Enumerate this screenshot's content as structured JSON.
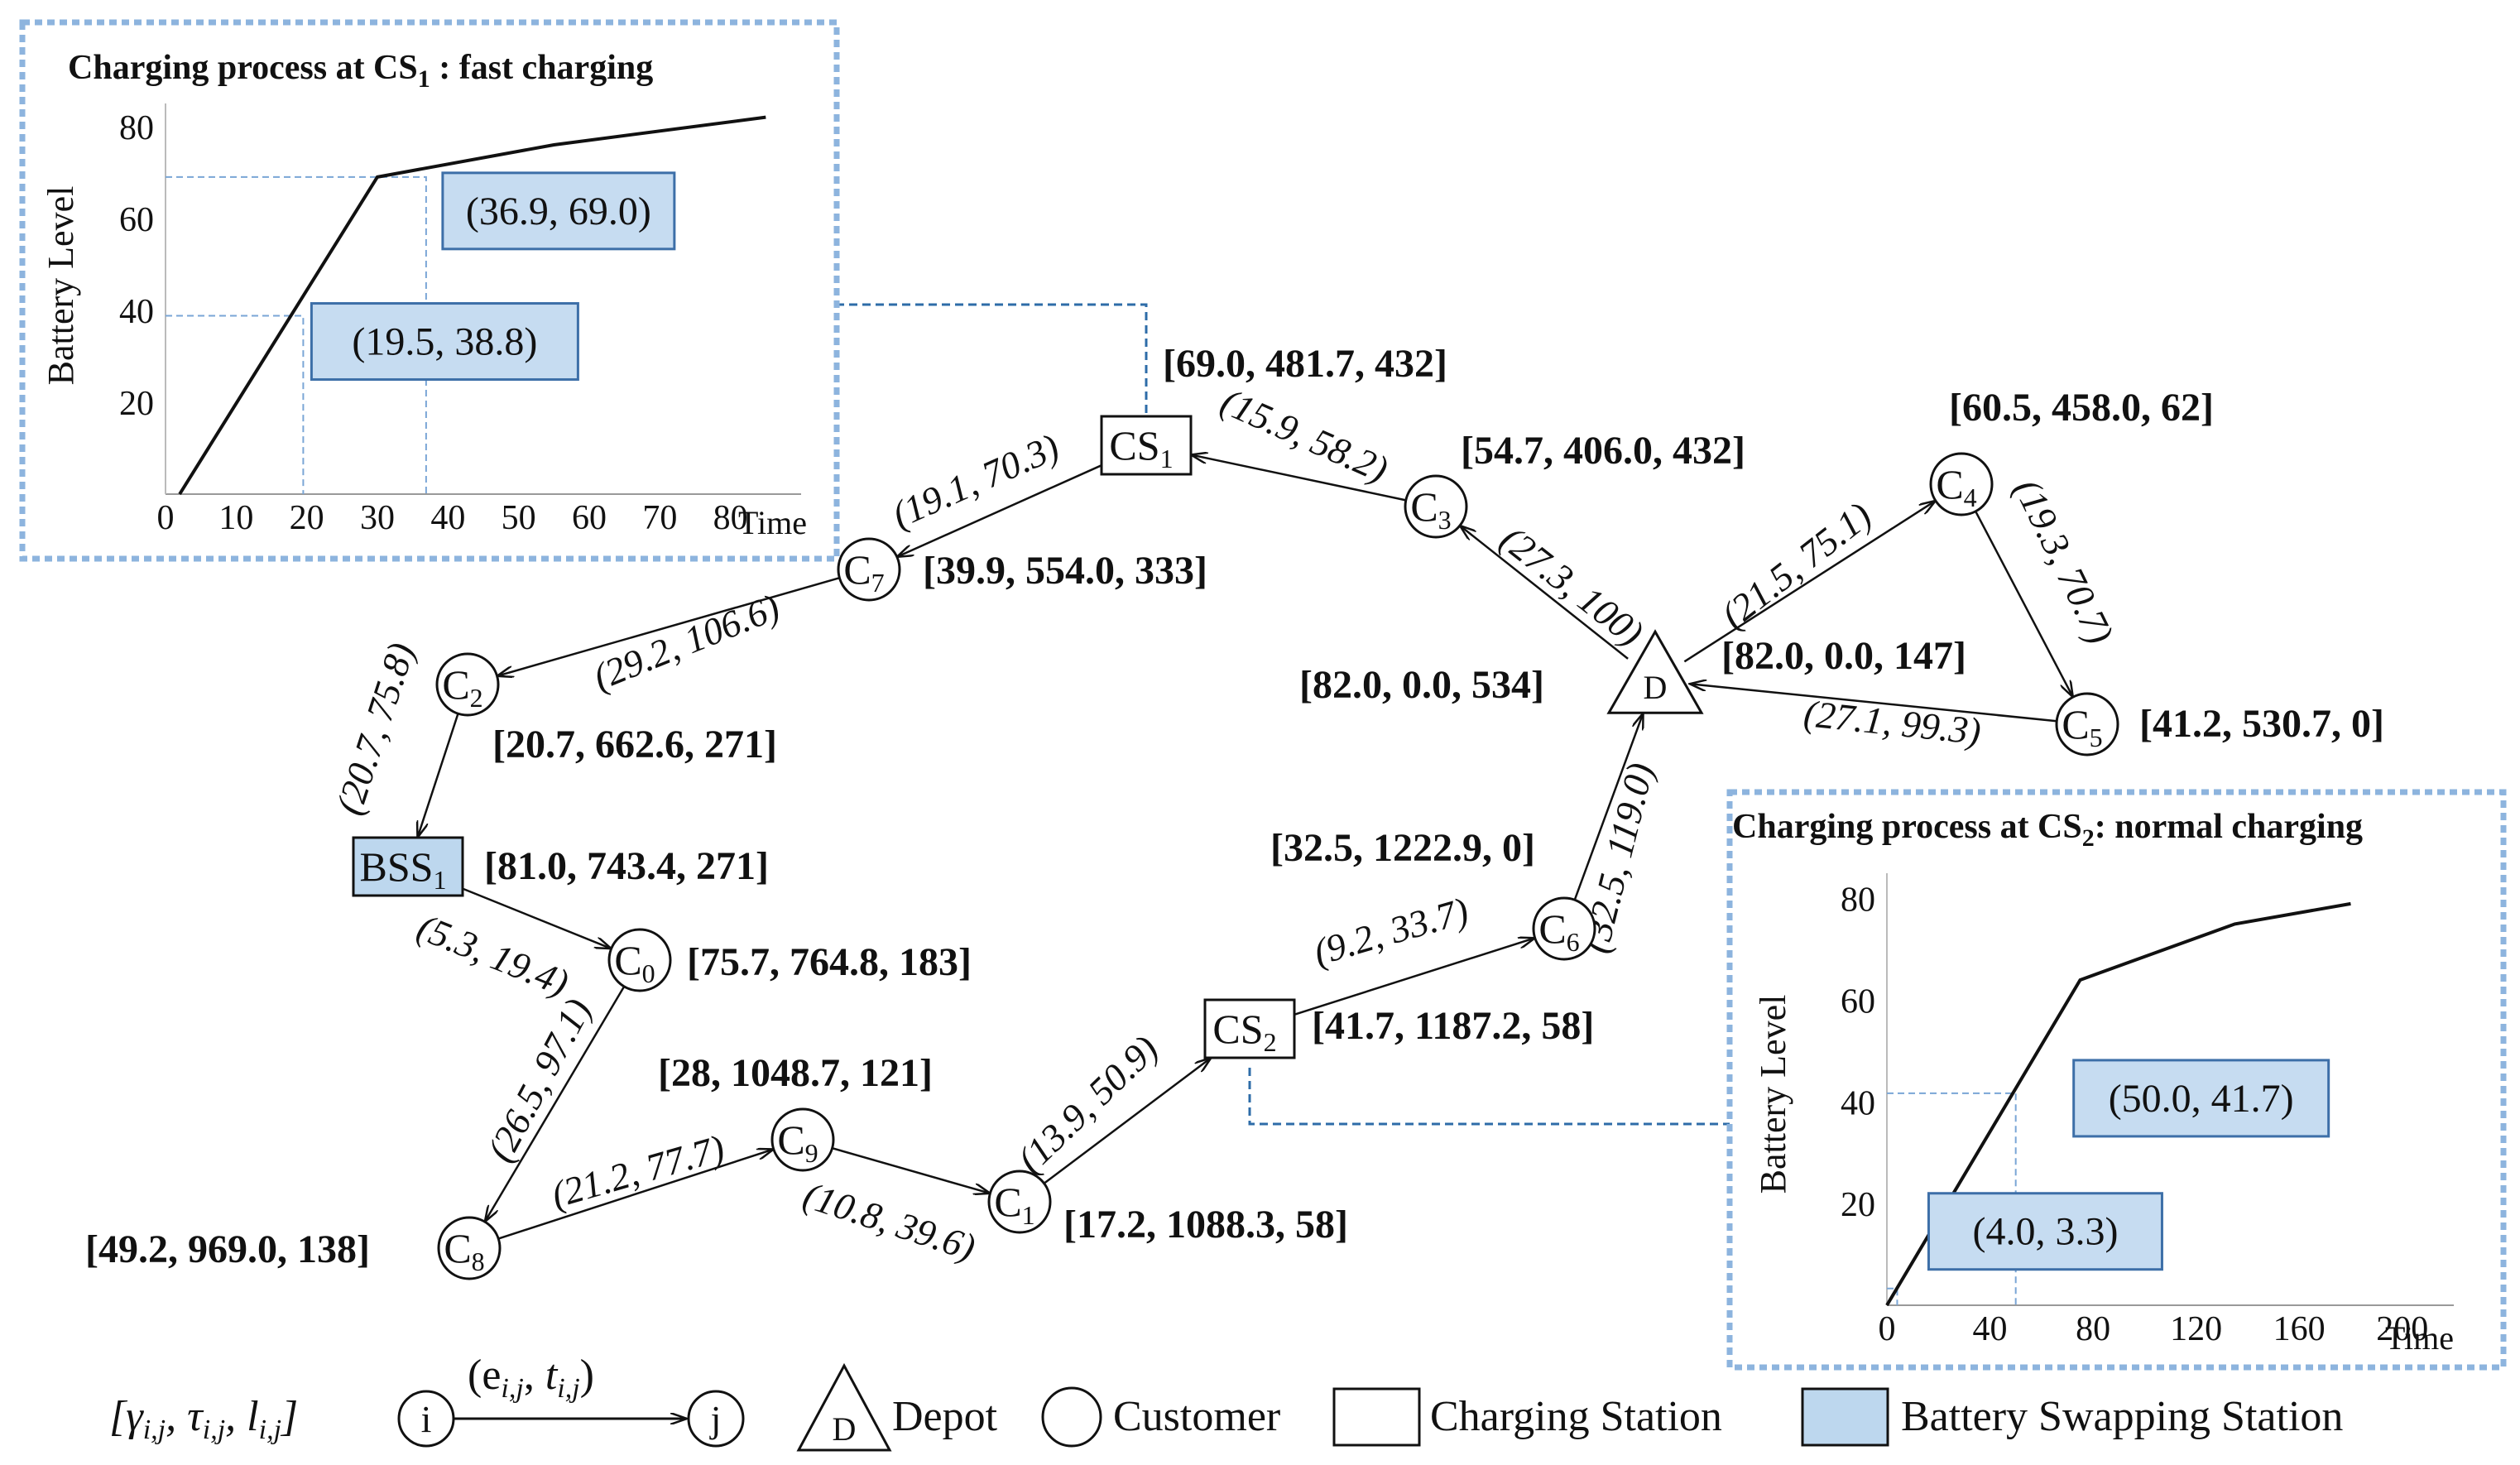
{
  "nodes": [
    {
      "id": "D",
      "label": "D",
      "sub": "",
      "kind": "depot",
      "info": "[82.0, 0.0, 534]"
    },
    {
      "id": "C3",
      "label": "C",
      "sub": "3",
      "kind": "customer",
      "info": "[54.7, 406.0, 432]"
    },
    {
      "id": "CS1",
      "label": "CS",
      "sub": "1",
      "kind": "charging",
      "info": "[69.0, 481.7, 432]"
    },
    {
      "id": "C7",
      "label": "C",
      "sub": "7",
      "kind": "customer",
      "info": "[39.9, 554.0, 333]"
    },
    {
      "id": "C2",
      "label": "C",
      "sub": "2",
      "kind": "customer",
      "info": "[20.7, 662.6, 271]"
    },
    {
      "id": "BSS1",
      "label": "BSS",
      "sub": "1",
      "kind": "swapping",
      "info": "[81.0, 743.4, 271]"
    },
    {
      "id": "C0",
      "label": "C",
      "sub": "0",
      "kind": "customer",
      "info": "[75.7, 764.8, 183]"
    },
    {
      "id": "C8",
      "label": "C",
      "sub": "8",
      "kind": "customer",
      "info": "[49.2, 969.0, 138]"
    },
    {
      "id": "C9",
      "label": "C",
      "sub": "9",
      "kind": "customer",
      "info": "[28, 1048.7, 121]"
    },
    {
      "id": "C1",
      "label": "C",
      "sub": "1",
      "kind": "customer",
      "info": "[17.2, 1088.3, 58]"
    },
    {
      "id": "CS2",
      "label": "CS",
      "sub": "2",
      "kind": "charging",
      "info": "[41.7, 1187.2, 58]"
    },
    {
      "id": "C6",
      "label": "C",
      "sub": "6",
      "kind": "customer",
      "info": "[32.5, 1222.9, 0]"
    },
    {
      "id": "C4",
      "label": "C",
      "sub": "4",
      "kind": "customer",
      "info": "[60.5, 458.0, 62]"
    },
    {
      "id": "C5",
      "label": "C",
      "sub": "5",
      "kind": "customer",
      "info": "[41.2, 530.7, 0]"
    },
    {
      "id": "D2",
      "label": "",
      "sub": "",
      "kind": "label",
      "info": "[82.0, 0.0, 147]"
    }
  ],
  "edges": [
    {
      "from": "D",
      "to": "C3",
      "label": "(27.3, 100)"
    },
    {
      "from": "C3",
      "to": "CS1",
      "label": "(15.9, 58.2)"
    },
    {
      "from": "CS1",
      "to": "C7",
      "label": "(19.1, 70.3)"
    },
    {
      "from": "C7",
      "to": "C2",
      "label": "(29.2, 106.6)"
    },
    {
      "from": "C2",
      "to": "BSS1",
      "label": "(20.7, 75.8)"
    },
    {
      "from": "BSS1",
      "to": "C0",
      "label": "(5.3, 19.4)"
    },
    {
      "from": "C0",
      "to": "C8",
      "label": "(26.5, 97.1)"
    },
    {
      "from": "C8",
      "to": "C9",
      "label": "(21.2, 77.7)"
    },
    {
      "from": "C9",
      "to": "C1",
      "label": "(10.8, 39.6)"
    },
    {
      "from": "C1",
      "to": "CS2",
      "label": "(13.9, 50.9)"
    },
    {
      "from": "CS2",
      "to": "C6",
      "label": "(9.2, 33.7)"
    },
    {
      "from": "C6",
      "to": "D",
      "label": "(32.5, 119.0)"
    },
    {
      "from": "D",
      "to": "C4",
      "label": "(21.5, 75.1)"
    },
    {
      "from": "C4",
      "to": "C5",
      "label": "(19.3, 70.7)"
    },
    {
      "from": "C5",
      "to": "D",
      "label": "(27.1, 99.3)"
    }
  ],
  "inset_cs1": {
    "title_pre": "Charging process at CS",
    "title_sub": "1",
    "title_post": "  : fast charging",
    "ylabel": "Battery Level",
    "xlabel": "Time",
    "xticks": [
      "0",
      "10",
      "20",
      "30",
      "40",
      "50",
      "60",
      "70",
      "80"
    ],
    "yticks": [
      "20",
      "40",
      "60",
      "80"
    ],
    "chart_data": {
      "type": "line",
      "x": [
        2,
        30,
        55,
        85
      ],
      "y": [
        0,
        69,
        76,
        82
      ],
      "xlim": [
        0,
        90
      ],
      "ylim": [
        0,
        85
      ],
      "markers": [
        {
          "x": 19.5,
          "y": 38.8,
          "label": "(19.5, 38.8)"
        },
        {
          "x": 36.9,
          "y": 69.0,
          "label": "(36.9, 69.0)"
        }
      ]
    }
  },
  "inset_cs2": {
    "title_pre": "Charging process at CS",
    "title_sub": "2",
    "title_post": ": normal charging",
    "ylabel": "Battery Level",
    "xlabel": "Time",
    "xticks": [
      "0",
      "40",
      "80",
      "120",
      "160",
      "200"
    ],
    "yticks": [
      "20",
      "40",
      "60",
      "80"
    ],
    "chart_data": {
      "type": "line",
      "x": [
        0,
        75,
        135,
        180
      ],
      "y": [
        0,
        64,
        75,
        79
      ],
      "xlim": [
        0,
        220
      ],
      "ylim": [
        0,
        85
      ],
      "markers": [
        {
          "x": 4.0,
          "y": 3.3,
          "label": "(4.0, 3.3)"
        },
        {
          "x": 50.0,
          "y": 41.7,
          "label": "(50.0, 41.7)"
        }
      ]
    }
  },
  "legend": {
    "info_format": "[γ",
    "edge_format": "(e",
    "node_i": "i",
    "node_j": "j",
    "depot_symbol": "D",
    "depot": "Depot",
    "customer": "Customer",
    "charging": "Charging Station",
    "swapping": "Battery Swapping Station"
  },
  "colors": {
    "inset_border": "#8db4de",
    "leader": "#2e6ca8",
    "guide": "#7aa6d6",
    "callout_fill": "#c6dcf1",
    "callout_border": "#3d6fa8",
    "swap_fill": "#bdd7ee",
    "ink": "#111111"
  }
}
